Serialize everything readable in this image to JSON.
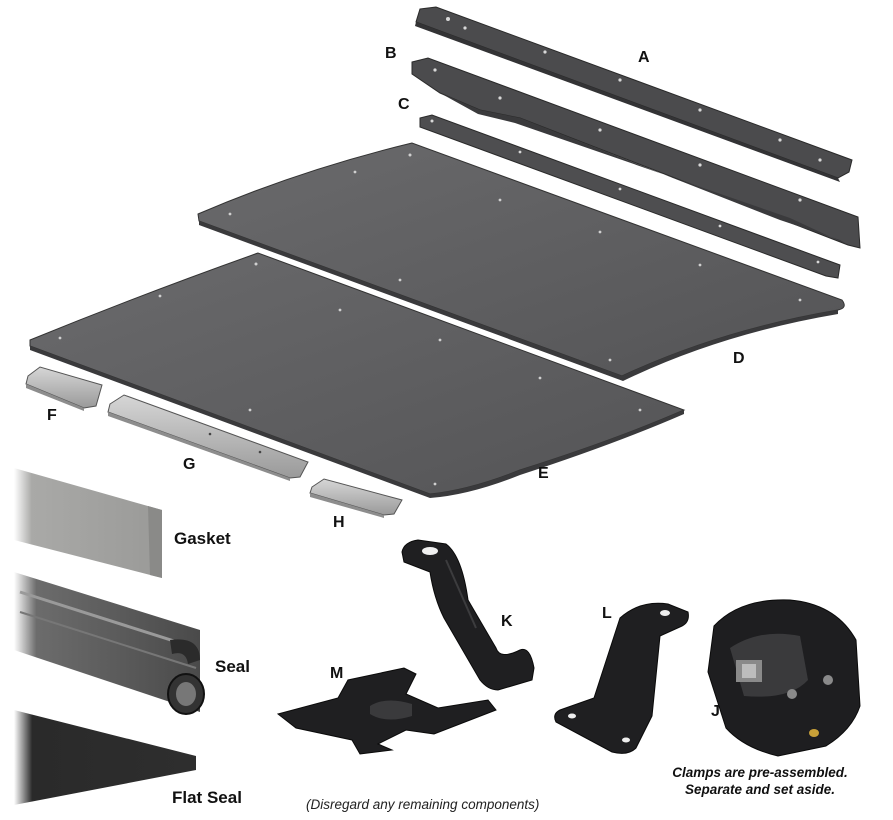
{
  "parts": {
    "A": "A",
    "B": "B",
    "C": "C",
    "D": "D",
    "E": "E",
    "F": "F",
    "G": "G",
    "H": "H",
    "J": "J",
    "K": "K",
    "L": "L",
    "M": "M",
    "gasket": "Gasket",
    "seal": "Seal",
    "flat_seal": "Flat Seal"
  },
  "notes": {
    "clamps_line1": "Clamps are pre-assembled.",
    "clamps_line2": "Separate and set aside.",
    "disregard": "(Disregard any remaining components)"
  },
  "colors": {
    "dark_metal": "#4a4a4c",
    "panel": "#5f5f61",
    "silver": "#b9b9b9",
    "black_part": "#1c1c1e"
  }
}
